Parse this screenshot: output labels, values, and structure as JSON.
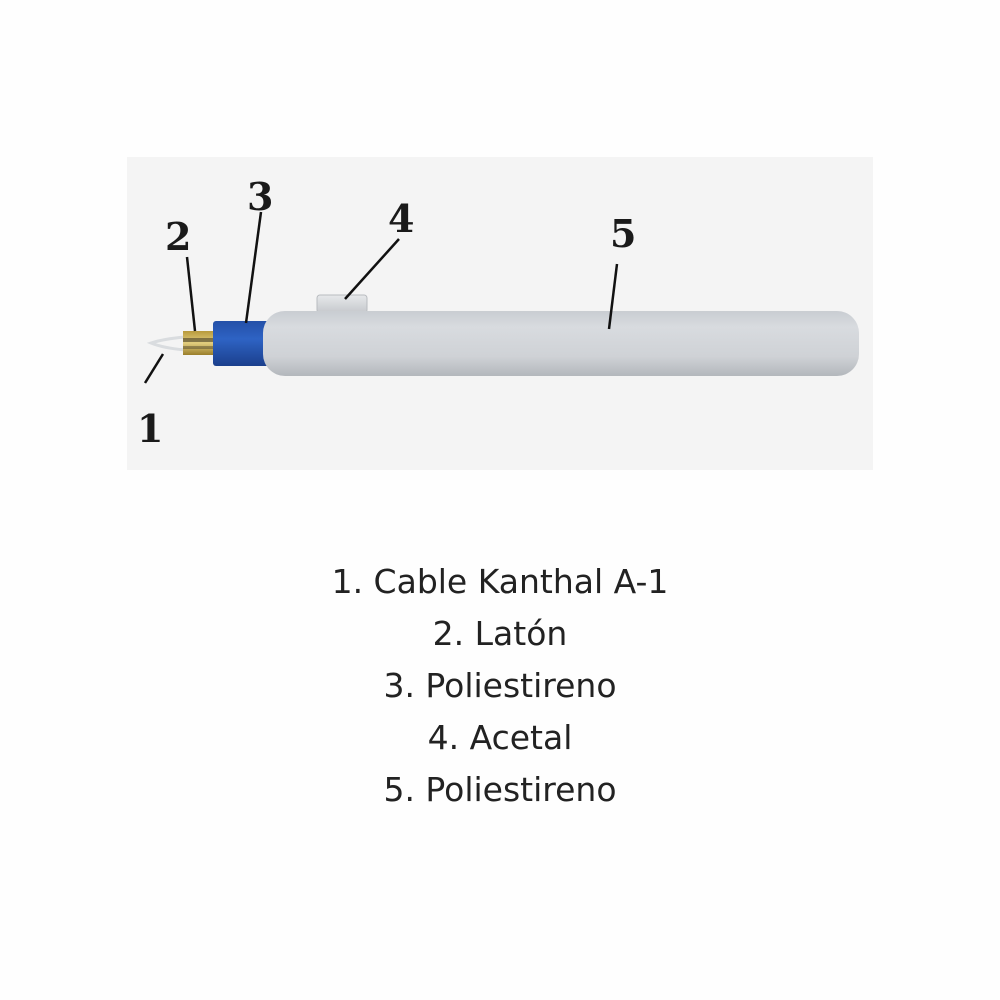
{
  "figure": {
    "callouts": [
      "1",
      "2",
      "3",
      "4",
      "5"
    ]
  },
  "legend": {
    "items": [
      "1. Cable Kanthal A-1",
      "2. Latón",
      "3. Poliestireno",
      "4. Acetal",
      "5. Poliestireno"
    ]
  }
}
